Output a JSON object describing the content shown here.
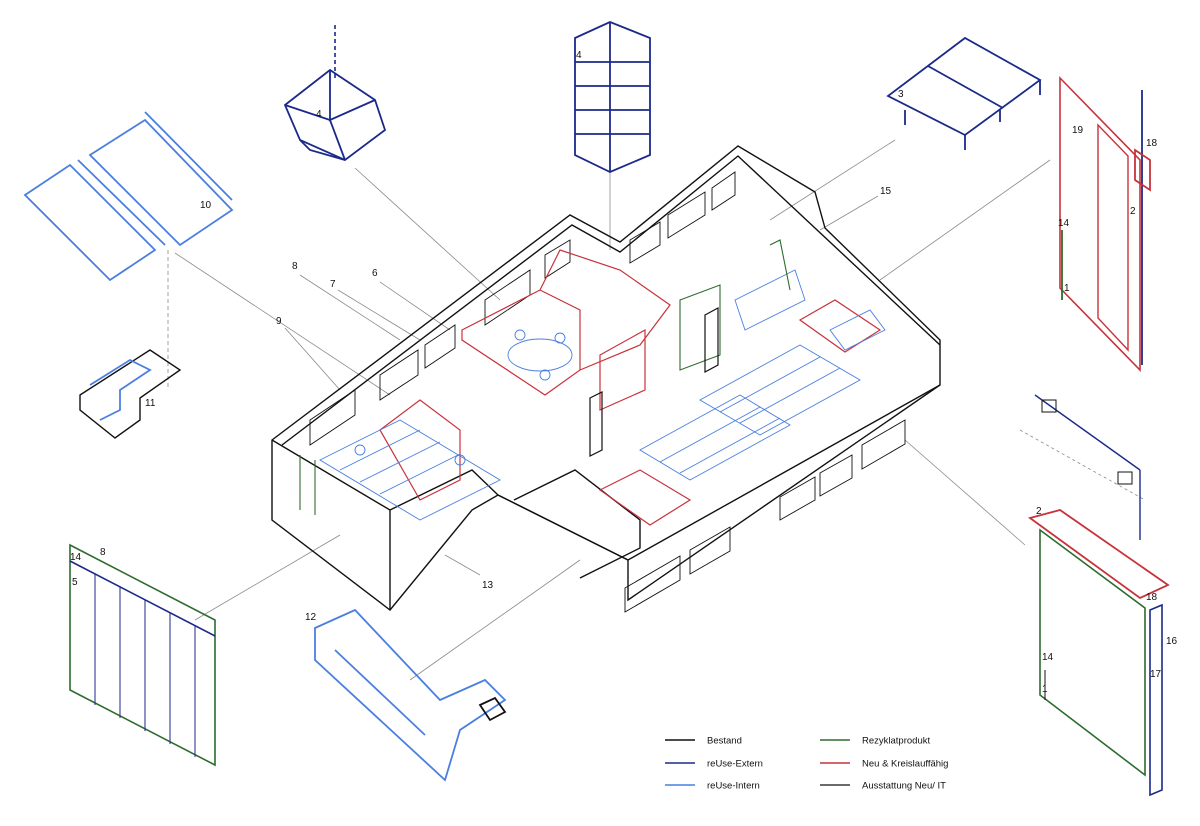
{
  "colors": {
    "bestand": "#111111",
    "reuse_extern": "#1b2a8a",
    "reuse_intern": "#4a7fe0",
    "rezyklat": "#2e6b2e",
    "neu": "#c8323a",
    "ausstattung": "#3a3a3a",
    "leader": "#8a8a8a"
  },
  "legend": [
    {
      "label": "Bestand",
      "color_key": "bestand"
    },
    {
      "label": "reUse-Extern",
      "color_key": "reuse_extern"
    },
    {
      "label": "reUse-Intern",
      "color_key": "reuse_intern"
    },
    {
      "label": "Rezyklatprodukt",
      "color_key": "rezyklat"
    },
    {
      "label": "Neu & Kreislauffähig",
      "color_key": "neu"
    },
    {
      "label": "Ausstattung Neu/ IT",
      "color_key": "ausstattung"
    }
  ],
  "callouts": {
    "c4a": "4",
    "c4b": "4",
    "c3": "3",
    "c10": "10",
    "c11": "11",
    "c8a": "8",
    "c7": "7",
    "c6": "6",
    "c9": "9",
    "c15": "15",
    "c13": "13",
    "c12": "12",
    "c14a": "14",
    "c8b": "8",
    "c5": "5",
    "c19": "19",
    "c18a": "18",
    "c2a": "2",
    "c14b": "14",
    "c1a": "1",
    "c2b": "2",
    "c18b": "18",
    "c16": "16",
    "c14c": "14",
    "c17": "17",
    "c1b": "1"
  }
}
